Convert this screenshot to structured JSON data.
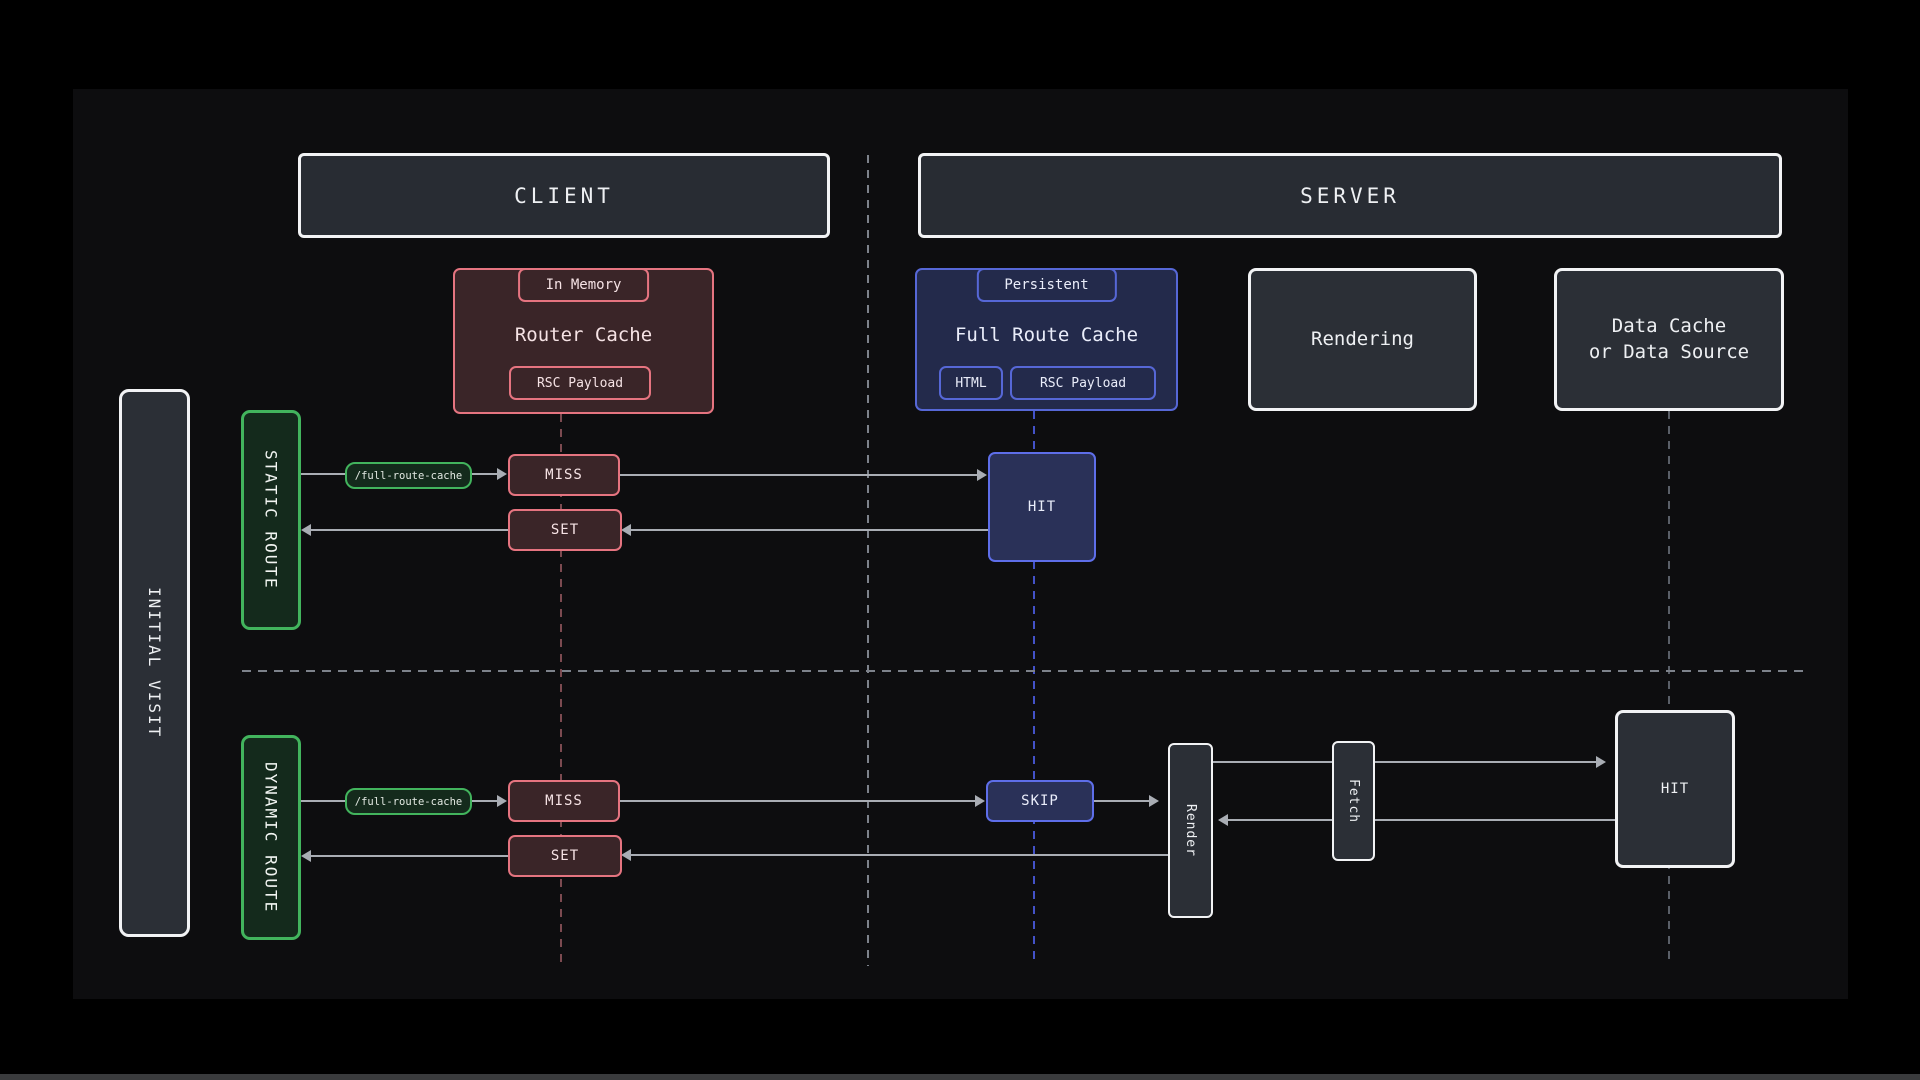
{
  "colors": {
    "bg": "#000000",
    "panel": "#0d0d0f",
    "box-fill": "#2b2f36",
    "box-border": "#f2f3f5",
    "header-fill": "#282c33",
    "salmon": "#e57480",
    "salmon-fill": "#3a2528",
    "salmon-text": "#f6e3e5",
    "blue": "#5667d6",
    "blue-bright": "#5e6ee9",
    "blue-fill": "#232a4b",
    "blue-box-fill": "#2a3158",
    "blue-text": "#eaedfa",
    "green": "#42b45d",
    "green-fill": "#142a1c",
    "line": "#a9adb4",
    "dash-gray": "#7d828b",
    "dash-red": "#7c4a50",
    "dash-blue": "#4352c8",
    "dash-gray2": "#5a5f68",
    "text": "#eef0f3"
  },
  "headers": {
    "client": "CLIENT",
    "server": "SERVER"
  },
  "client": {
    "router_cache": {
      "tab": "In Memory",
      "title": "Router Cache",
      "items": [
        "RSC Payload"
      ]
    }
  },
  "server": {
    "full_route_cache": {
      "tab": "Persistent",
      "title": "Full Route Cache",
      "items": [
        "HTML",
        "RSC Payload"
      ]
    },
    "rendering": "Rendering",
    "data_cache_line1": "Data Cache",
    "data_cache_line2": "or Data Source"
  },
  "lanes": {
    "initial_visit": "INITIAL VISIT",
    "static_route": "STATIC ROUTE",
    "dynamic_route": "DYNAMIC ROUTE"
  },
  "static_flow": {
    "route": "/full-route-cache",
    "miss": "MISS",
    "set": "SET",
    "hit": "HIT"
  },
  "dynamic_flow": {
    "route": "/full-route-cache",
    "miss": "MISS",
    "set": "SET",
    "skip": "SKIP",
    "render": "Render",
    "fetch": "Fetch",
    "hit": "HIT"
  }
}
